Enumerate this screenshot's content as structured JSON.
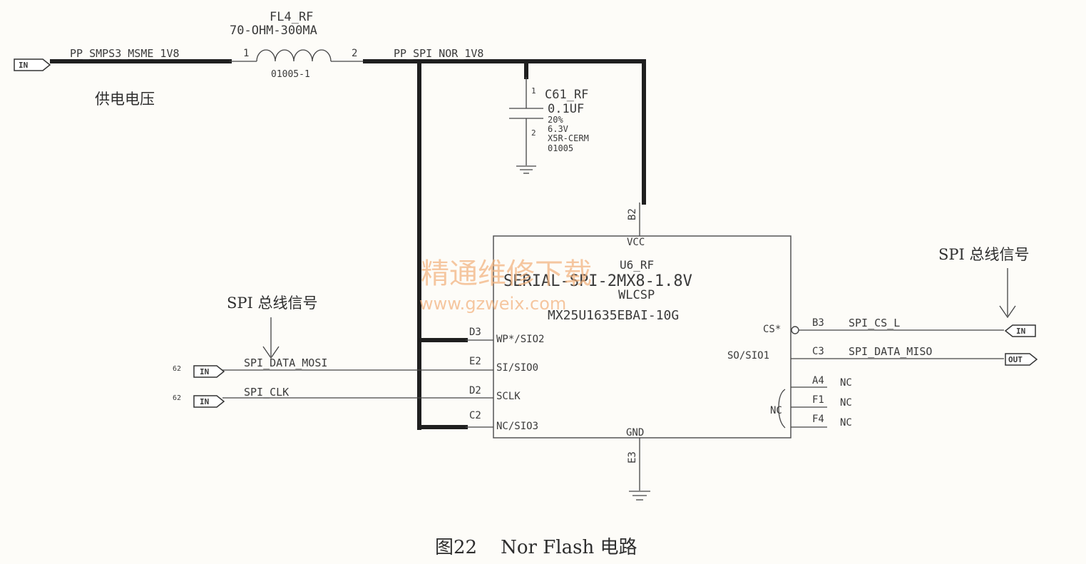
{
  "caption": "图22    Nor Flash 电路",
  "supply": {
    "in_tag": "IN",
    "net_in": "PP_SMPS3_MSME_1V8",
    "label_cn": "供电电压",
    "net_out": "PP_SPI_NOR_1V8"
  },
  "inductor": {
    "ref": "FL4_RF",
    "value": "70-OHM-300MA",
    "package": "01005-1",
    "pin1": "1",
    "pin2": "2"
  },
  "capacitor": {
    "ref": "C61_RF",
    "value": "0.1UF",
    "tol": "20%",
    "voltage": "6.3V",
    "dielectric": "X5R-CERM",
    "package": "01005",
    "pin1": "1",
    "pin2": "2"
  },
  "chip": {
    "ref": "U6_RF",
    "part": "SERIAL-SPI-2MX8-1.8V",
    "package": "WLCSP",
    "mpn": "MX25U1635EBAI-10G",
    "vcc_pin": "B2",
    "vcc_label": "VCC",
    "gnd_pin": "E3",
    "gnd_label": "GND",
    "left_pins": [
      {
        "num": "D3",
        "name": "WP*/SIO2"
      },
      {
        "num": "E2",
        "name": "SI/SIO0"
      },
      {
        "num": "D2",
        "name": "SCLK"
      },
      {
        "num": "C2",
        "name": "NC/SIO3"
      }
    ],
    "right_pins": [
      {
        "num": "B3",
        "name": "CS*"
      },
      {
        "num": "C3",
        "name": "SO/SIO1"
      }
    ],
    "nc_pins": [
      {
        "num": "A4",
        "label": "NC"
      },
      {
        "num": "F1",
        "label": "NC"
      },
      {
        "num": "F4",
        "label": "NC"
      }
    ],
    "nc_group_label": "NC"
  },
  "signals": {
    "mosi": {
      "name": "SPI_DATA_MOSI",
      "tag": "IN",
      "ref": "62"
    },
    "clk": {
      "name": "SPI_CLK",
      "tag": "IN",
      "ref": "62"
    },
    "cs": {
      "name": "SPI_CS_L",
      "tag": "IN"
    },
    "miso": {
      "name": "SPI_DATA_MISO",
      "tag": "OUT"
    }
  },
  "annotations": {
    "spi_left": "SPI 总线信号",
    "spi_right": "SPI 总线信号"
  },
  "watermark": {
    "cn": "精通维修下载",
    "url": "www.gzweix.com"
  }
}
